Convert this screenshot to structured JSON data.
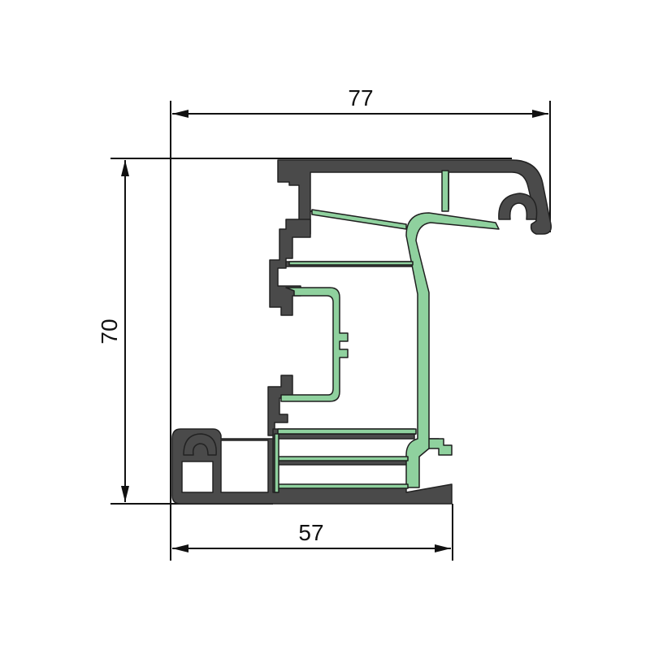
{
  "dimensions": {
    "top_width": "77",
    "height": "70",
    "bottom_width": "57"
  },
  "colors": {
    "profile_fill": "#4a4a4a",
    "profile_stroke": "#222222",
    "reinforcement_fill": "#8fd19e",
    "dimension_line": "#111111",
    "background": "#ffffff"
  }
}
